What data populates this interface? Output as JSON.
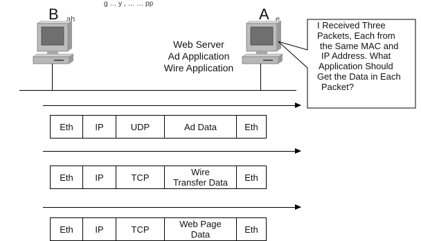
{
  "caption_fragment": "g … y , … … pp",
  "hosts": {
    "b": {
      "label": "B",
      "clipped_text": "ah"
    },
    "a": {
      "label": "A",
      "clipped_text": "e"
    }
  },
  "server_apps": [
    "Web Server",
    "Ad Application",
    "Wire Application"
  ],
  "callout_lines": [
    "I Received Three",
    "Packets, Each from",
    "the Same MAC and",
    "IP Address. What",
    "Application Should",
    "Get the Data in Each",
    "Packet?"
  ],
  "frames": [
    {
      "cells": [
        "Eth",
        "IP",
        "UDP",
        "Ad Data",
        "Eth"
      ]
    },
    {
      "cells": [
        "Eth",
        "IP",
        "TCP",
        "Wire\nTransfer Data",
        "Eth"
      ]
    },
    {
      "cells": [
        "Eth",
        "IP",
        "TCP",
        "Web Page\nData",
        "Eth"
      ]
    }
  ],
  "colors": {
    "monitor_body": "#bdbdbd",
    "screen": "#6f6f6f",
    "line": "#000000"
  }
}
